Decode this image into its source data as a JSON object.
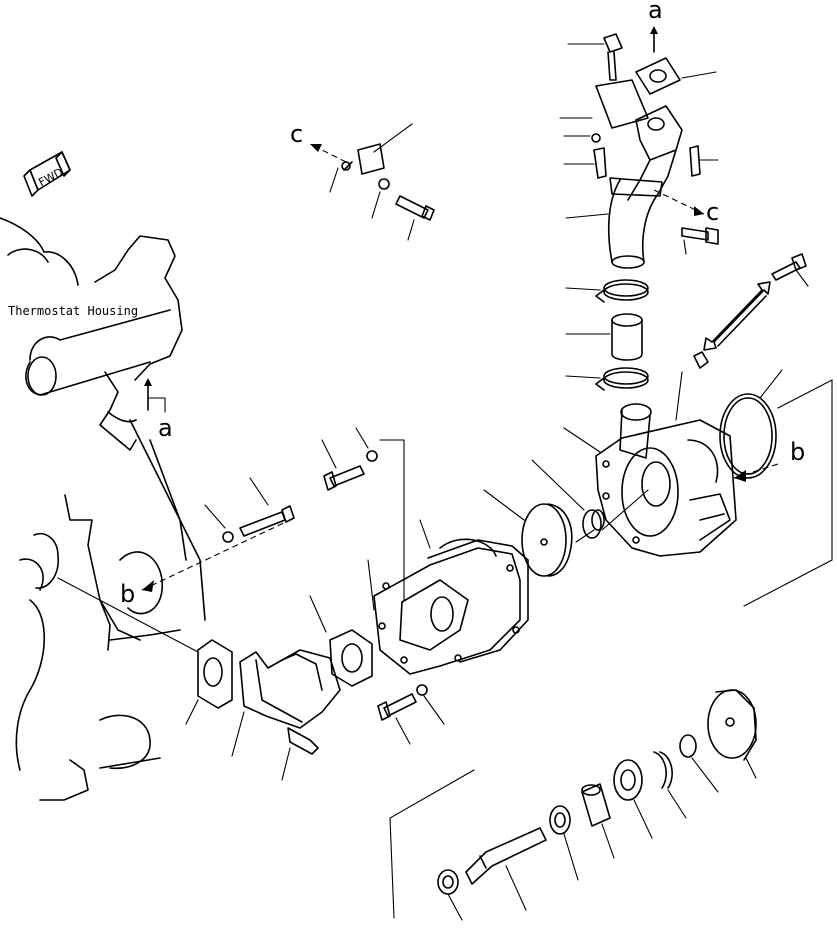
{
  "labels": {
    "thermostat_housing": "Thermostat Housing",
    "ref_a": "a",
    "ref_b": "b",
    "ref_c": "c",
    "fwd": "FWD"
  }
}
